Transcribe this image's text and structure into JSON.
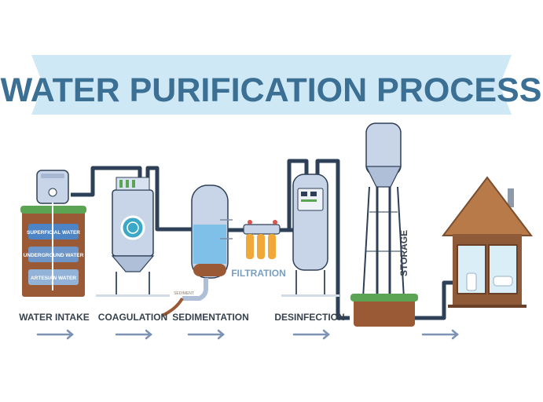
{
  "title": "WATER PURIFICATION PROCESS",
  "steps": {
    "intake": "WATER INTAKE",
    "coagulation": "COAGULATION",
    "sedimentation": "SEDIMENTATION",
    "filtration": "FILTRATION",
    "desinfection": "DESINFECTION",
    "storage": "STORAGE"
  },
  "intake_layers": {
    "superficial": "SUPERFICIAL WATER",
    "underground": "UNDERGROUND WATER",
    "artesian": "ARTESIAN WATER"
  },
  "sediment_label": "SEDIMENT",
  "colors": {
    "banner": "#cfe8f5",
    "title": "#3b6f94",
    "pipe": "#2e4057",
    "tank": "#c8d4e8",
    "soil": "#9a5a35",
    "grass": "#5aa454",
    "arrow": "#7d93b4",
    "house_roof": "#b87a48",
    "house_wall": "#8e5a38"
  }
}
